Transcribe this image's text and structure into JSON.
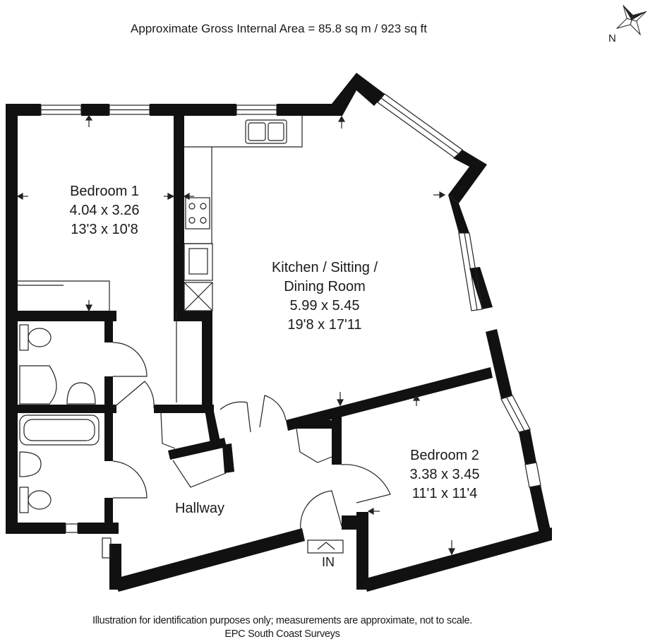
{
  "header": {
    "area_text": "Approximate Gross Internal Area = 85.8 sq m / 923 sq ft"
  },
  "compass": {
    "label": "N"
  },
  "rooms": {
    "bedroom1": {
      "name": "Bedroom 1",
      "metric": "4.04 x 3.26",
      "imperial": "13'3 x 10'8"
    },
    "kitchen": {
      "name_line1": "Kitchen / Sitting /",
      "name_line2": "Dining Room",
      "metric": "5.99 x 5.45",
      "imperial": "19'8 x 17'11"
    },
    "bedroom2": {
      "name": "Bedroom 2",
      "metric": "3.38 x 3.45",
      "imperial": "11'1 x 11'4"
    },
    "hallway": {
      "name": "Hallway"
    }
  },
  "entrance": {
    "label": "IN"
  },
  "footer": {
    "disclaimer": "Illustration for identification purposes only; measurements are approximate, not to scale.",
    "credit": "EPC South Coast Surveys"
  },
  "colors": {
    "wall": "#111111",
    "line": "#222222",
    "background": "#ffffff"
  }
}
